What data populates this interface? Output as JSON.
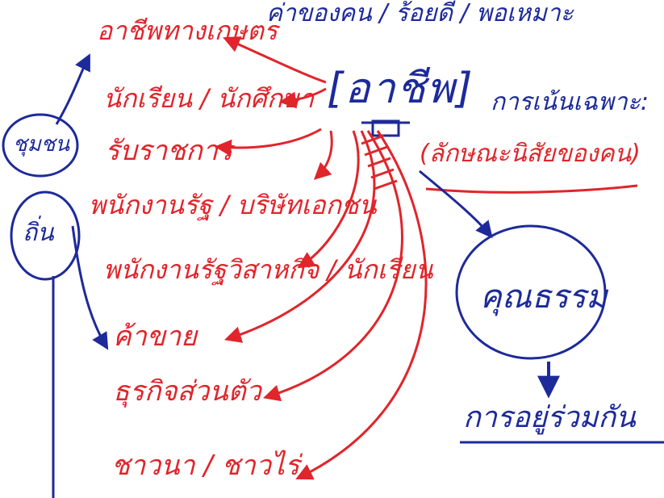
{
  "header": {
    "title": "ค่าของคน / ร้อยดี / พอเหมาะ"
  },
  "center": {
    "label": "[อาชีพ]",
    "special_trait": "การเน้นเฉพาะ:",
    "note": "(ลักษณะนิสัยของคน)"
  },
  "left_column": {
    "top_label": "ชุมชน",
    "bottom_label": "ถิ่น"
  },
  "jobs": [
    "อาชีพทางเกษตร",
    "นักเรียน / นักศึกษา",
    "รับราชการ",
    "พนักงานรัฐ / บริษัทเอกชน",
    "พนักงานรัฐวิสาหกิจ / นักเรียน",
    "ค้าขาย",
    "ธุรกิจส่วนตัว",
    "ชาวนา / ชาวไร่"
  ],
  "right": {
    "circle_label": "คุณธรรม",
    "bottom_label": "การอยู่ร่วมกัน"
  },
  "colors": {
    "red": "#e0252b",
    "blue": "#1d2a9a",
    "background": "#ffffff"
  }
}
